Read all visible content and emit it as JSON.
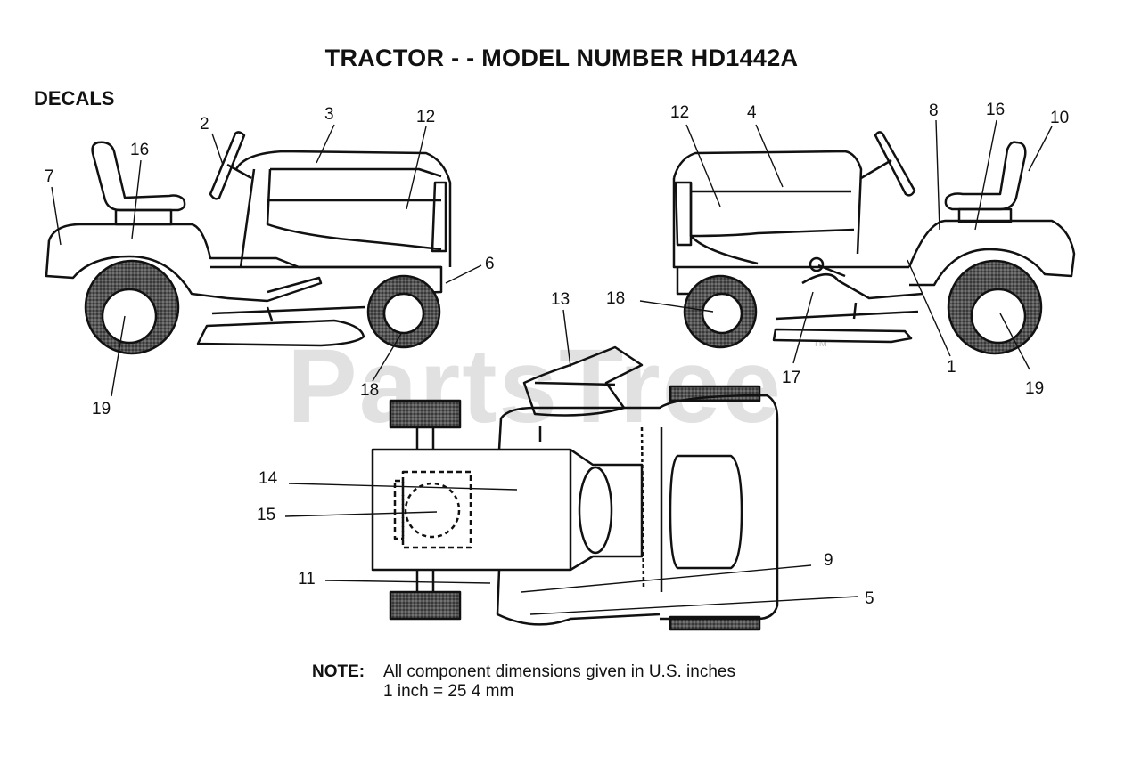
{
  "header": {
    "title": "TRACTOR - - MODEL NUMBER HD1442A",
    "section": "DECALS"
  },
  "watermark": {
    "text": "PartsTree",
    "mark": "TM"
  },
  "callouts": {
    "left_view": [
      "2",
      "3",
      "12",
      "16",
      "7",
      "6",
      "19",
      "18"
    ],
    "right_view": [
      "12",
      "4",
      "8",
      "16",
      "10",
      "18",
      "17",
      "1",
      "19"
    ],
    "top_view": [
      "13",
      "14",
      "15",
      "11",
      "9",
      "5"
    ]
  },
  "note": {
    "label": "NOTE:",
    "line1": "All component dimensions given in U.S. inches",
    "line2": "1 inch = 25 4 mm"
  }
}
